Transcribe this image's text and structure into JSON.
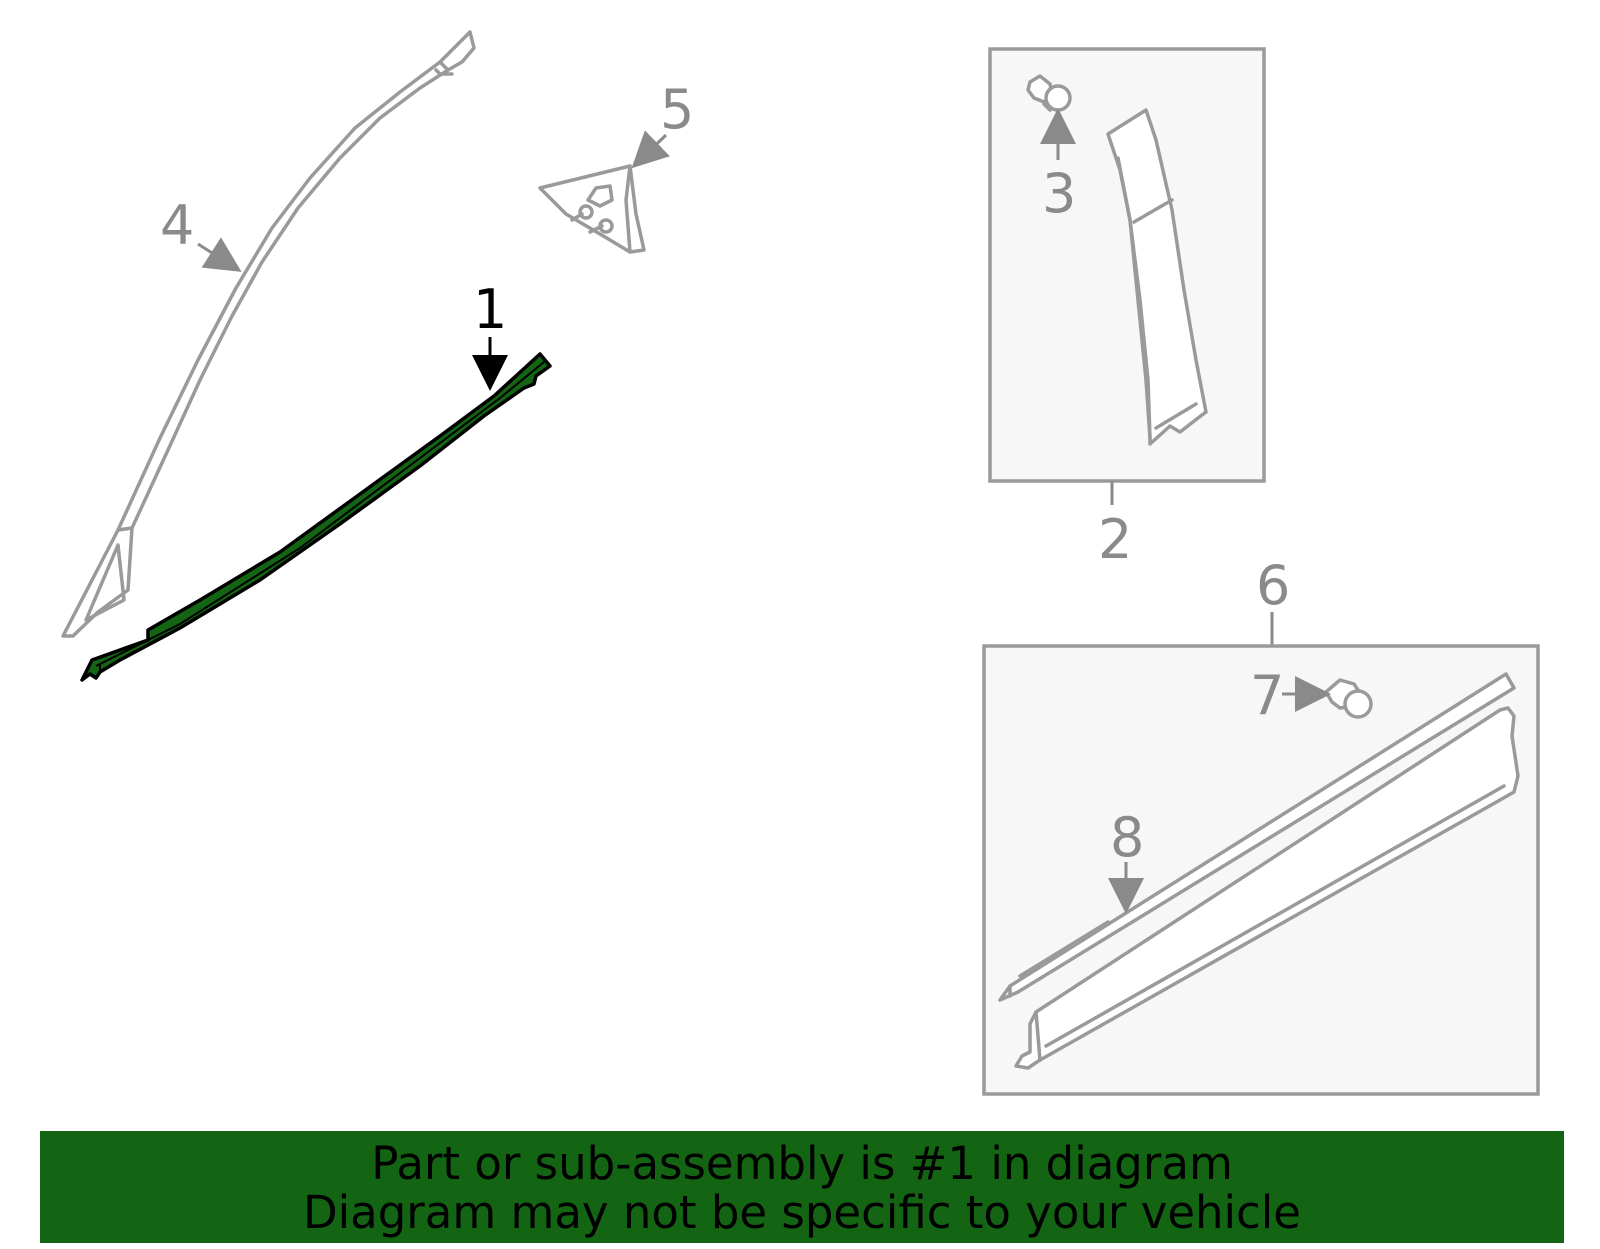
{
  "callouts": {
    "c1": "1",
    "c2": "2",
    "c3": "3",
    "c4": "4",
    "c5": "5",
    "c6": "6",
    "c7": "7",
    "c8": "8"
  },
  "highlighted_part": "1",
  "colors": {
    "highlight": "#136413",
    "part_line": "#9a9a9a",
    "box_fill": "#f7f7f7",
    "banner_bg": "#136413"
  },
  "banner": {
    "line1": "Part or sub-assembly is #1 in diagram",
    "line2": "Diagram may not be specific to your vehicle"
  }
}
